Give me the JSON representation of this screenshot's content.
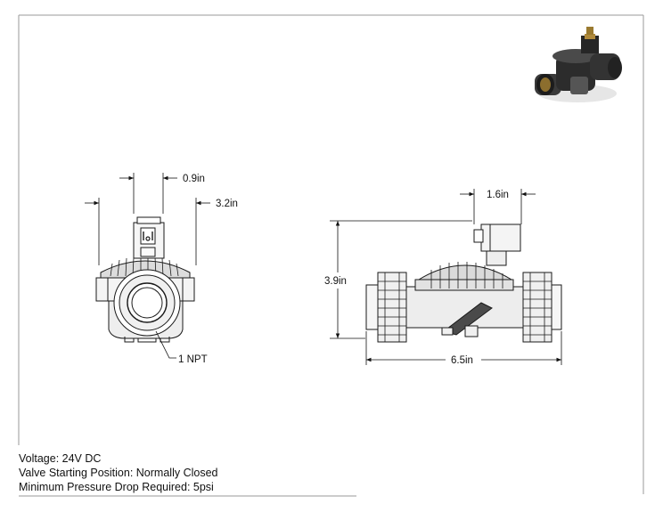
{
  "dimensions": {
    "front_offset": "0.9in",
    "front_width": "3.2in",
    "front_port": "1 NPT",
    "side_solenoid": "1.6in",
    "side_height": "3.9in",
    "side_length": "6.5in"
  },
  "specs": [
    "Voltage: 24V DC",
    "Valve Starting Position: Normally Closed",
    "Minimum Pressure Drop Required: 5psi"
  ],
  "colors": {
    "line": "#1a1a1a",
    "body_dark": "#2b2b2b",
    "body_mid": "#8a8a8a",
    "body_light": "#d9d9d9",
    "brass": "#b08a3c"
  }
}
